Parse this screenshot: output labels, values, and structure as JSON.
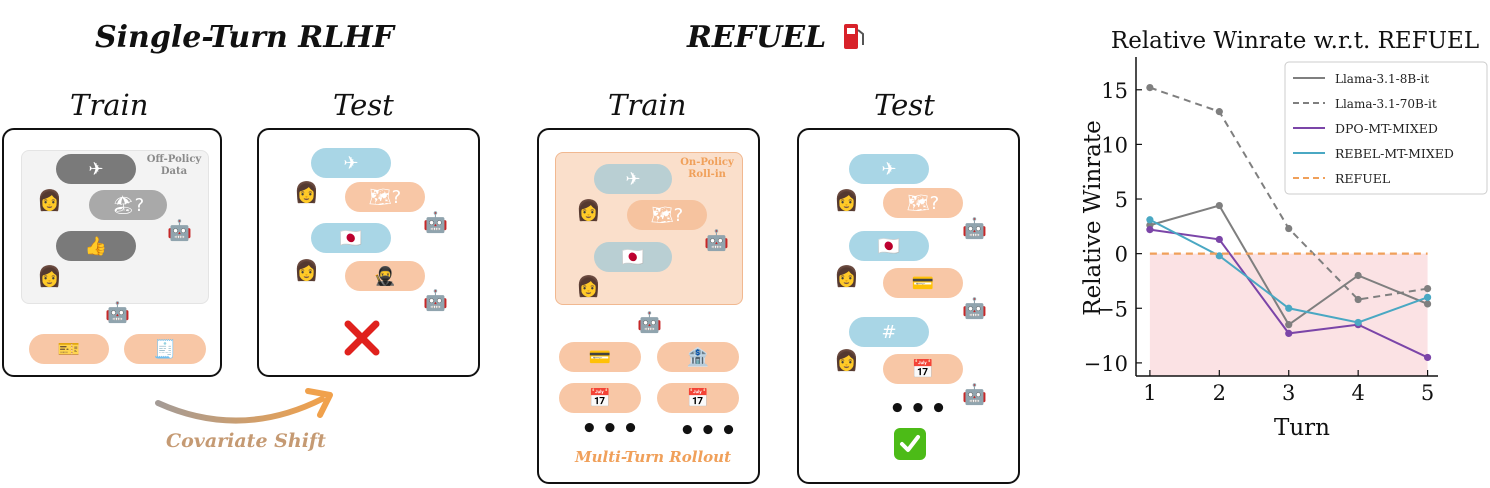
{
  "left_section": {
    "title": "Single-Turn RLHF",
    "train_label": "Train",
    "test_label": "Test",
    "offpolicy_label_line1": "Off-Policy",
    "offpolicy_label_line2": "Data",
    "shift_label": "Covariate Shift"
  },
  "middle_section": {
    "title": "REFUEL",
    "title_icon": "fuel-pump-icon",
    "train_label": "Train",
    "test_label": "Test",
    "onpolicy_label_line1": "On-Policy",
    "onpolicy_label_line2": "Roll-in",
    "rollout_label": "Multi-Turn Rollout",
    "dots": "•••"
  },
  "chart_data": {
    "type": "line",
    "title": "Relative Winrate w.r.t. REFUEL",
    "xlabel": "Turn",
    "ylabel": "Relative Winrate",
    "x": [
      1,
      2,
      3,
      4,
      5
    ],
    "xticks": [
      "1",
      "2",
      "3",
      "4",
      "5"
    ],
    "yticks": [
      "15",
      "10",
      "5",
      "0",
      "−5",
      "−10"
    ],
    "ytick_values": [
      15,
      10,
      5,
      0,
      -5,
      -10
    ],
    "ylim": [
      -11.2,
      18
    ],
    "xlim": [
      0.8,
      5.15
    ],
    "legend_position": "top-right",
    "series": [
      {
        "name": "Llama-3.1-8B-it",
        "values": [
          2.6,
          4.4,
          -6.5,
          -2.0,
          -4.6
        ],
        "color": "#7f7f7f",
        "dash": "solid",
        "mono": true
      },
      {
        "name": "Llama-3.1-70B-it",
        "values": [
          15.2,
          13.0,
          2.3,
          -4.2,
          -3.2
        ],
        "color": "#7f7f7f",
        "dash": "dashed",
        "mono": true
      },
      {
        "name": "DPO-MT-MIXED",
        "values": [
          2.2,
          1.3,
          -7.3,
          -6.5,
          -9.5
        ],
        "color": "#7b45a8",
        "dash": "solid",
        "mono": false
      },
      {
        "name": "REBEL-MT-MIXED",
        "values": [
          3.1,
          -0.2,
          -5.0,
          -6.3,
          -4.0
        ],
        "color": "#4aa8c3",
        "dash": "solid",
        "mono": false
      },
      {
        "name": "REFUEL",
        "values": [
          0,
          0,
          0,
          0,
          0
        ],
        "color": "#f0a05a",
        "dash": "dashed",
        "mono": false
      }
    ],
    "shaded_region_color": "#fbe2e4",
    "grid": false
  }
}
